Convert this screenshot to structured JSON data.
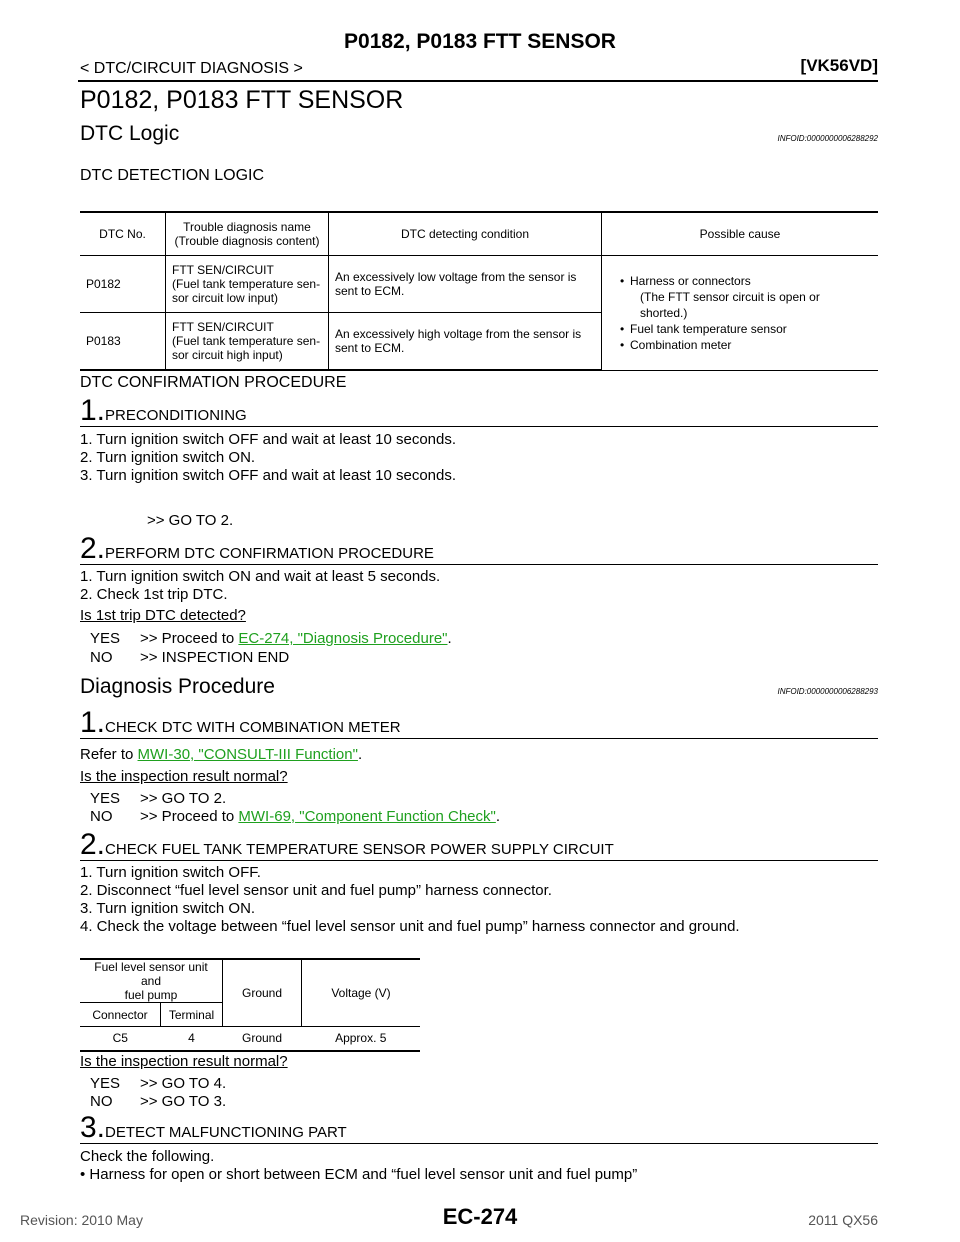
{
  "header": {
    "title": "P0182, P0183 FTT SENSOR",
    "breadcrumb": "< DTC/CIRCUIT DIAGNOSIS >",
    "engine": "[VK56VD]"
  },
  "page_title": "P0182, P0183 FTT SENSOR",
  "dtc_logic": {
    "heading": "DTC Logic",
    "infoid": "INFOID:0000000006288292",
    "detection_heading": "DTC DETECTION LOGIC",
    "table": {
      "headers": [
        "DTC No.",
        "Trouble diagnosis name",
        "(Trouble diagnosis content)",
        "DTC detecting condition",
        "Possible cause"
      ],
      "rows": [
        {
          "dtc": "P0182",
          "name1": "FTT SEN/CIRCUIT",
          "name2": "(Fuel tank temperature sen-",
          "name3": "sor circuit low input)",
          "cond1": "An excessively low voltage from the sensor is",
          "cond2": "sent to ECM."
        },
        {
          "dtc": "P0183",
          "name1": "FTT SEN/CIRCUIT",
          "name2": "(Fuel tank temperature sen-",
          "name3": "sor circuit high input)",
          "cond1": "An excessively high voltage from the sensor is",
          "cond2": "sent to ECM."
        }
      ],
      "causes": [
        "Harness or connectors",
        "(The FTT sensor circuit is open or",
        "shorted.)",
        "Fuel tank temperature sensor",
        "Combination meter"
      ]
    },
    "confirmation_heading": "DTC CONFIRMATION PROCEDURE",
    "step1": {
      "num": "1.",
      "title": "PRECONDITIONING",
      "lines": [
        "1.  Turn ignition switch OFF and wait at least 10 seconds.",
        "2.  Turn ignition switch ON.",
        "3.  Turn ignition switch OFF and wait at least 10 seconds."
      ],
      "goto": ">> GO TO 2."
    },
    "step2": {
      "num": "2.",
      "title": "PERFORM DTC CONFIRMATION PROCEDURE",
      "lines": [
        "1.  Turn ignition switch ON and wait at least 5 seconds.",
        "2.  Check 1st trip DTC."
      ],
      "question": "Is 1st trip DTC detected?",
      "yes_key": "YES",
      "yes_text": ">> Proceed to ",
      "yes_link": "EC-274, \"Diagnosis Procedure\"",
      "yes_end": ".",
      "no_key": "NO",
      "no_text": ">> INSPECTION END"
    }
  },
  "diagnosis": {
    "heading": "Diagnosis Procedure",
    "infoid": "INFOID:0000000006288293",
    "step1": {
      "num": "1.",
      "title": "CHECK DTC WITH COMBINATION METER",
      "refer": "Refer to ",
      "refer_link": "MWI-30, \"CONSULT-III Function\"",
      "refer_end": ".",
      "question": "Is the inspection result normal?",
      "yes_key": "YES",
      "yes_text": ">> GO TO 2.",
      "no_key": "NO",
      "no_text": ">> Proceed to ",
      "no_link": "MWI-69, \"Component Function Check\"",
      "no_end": "."
    },
    "step2": {
      "num": "2.",
      "title": "CHECK FUEL TANK TEMPERATURE SENSOR POWER SUPPLY CIRCUIT",
      "lines": [
        "1.  Turn ignition switch OFF.",
        "2.  Disconnect “fuel level sensor unit and fuel pump” harness connector.",
        "3.  Turn ignition switch ON.",
        "4.  Check the voltage between “fuel level sensor unit and fuel pump” harness connector and ground."
      ],
      "table": {
        "group1": "Fuel level sensor unit and",
        "group2": "fuel pump",
        "ground": "Ground",
        "voltage": "Voltage (V)",
        "connector": "Connector",
        "terminal": "Terminal",
        "row": [
          "C5",
          "4",
          "Ground",
          "Approx. 5"
        ]
      },
      "question": "Is the inspection result normal?",
      "yes_key": "YES",
      "yes_text": ">> GO TO 4.",
      "no_key": "NO",
      "no_text": ">> GO TO 3."
    },
    "step3": {
      "num": "3.",
      "title": "DETECT MALFUNCTIONING PART",
      "line1": "Check the following.",
      "line2": "•  Harness for open or short between ECM and “fuel level sensor unit and fuel pump”"
    }
  },
  "footer": {
    "revision": "Revision: 2010 May",
    "page": "EC-274",
    "model": "2011 QX56"
  }
}
